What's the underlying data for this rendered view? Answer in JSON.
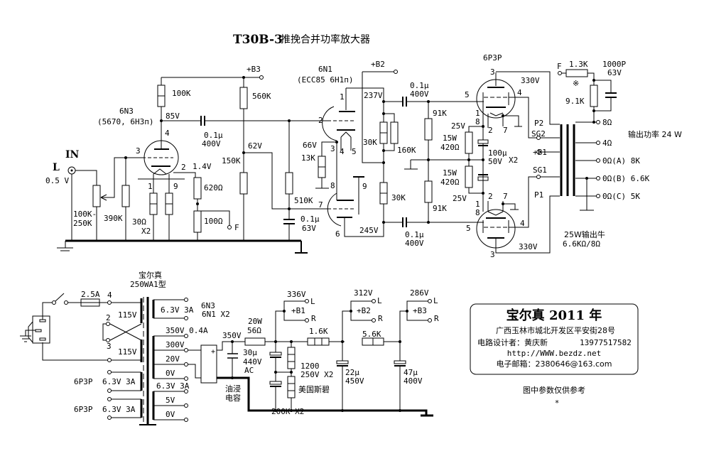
{
  "title": {
    "model": "T30B-3",
    "name": "推挽合并功率放大器"
  },
  "input": {
    "label": "IN",
    "channel": "L",
    "level": "0.5 V"
  },
  "stage1": {
    "tube": "6N3",
    "tube_alt": "(5670, 6H3п)",
    "plate_voltage": "85V",
    "cathode_voltage": "1.4V",
    "plate_resistor": "100K",
    "volume_pot": "100K-",
    "volume_pot2": "250K",
    "grid_resistor": "390K",
    "heater_resistor": "30Ω",
    "heater_resistor_qty": "X2",
    "cathode_resistor": "620Ω",
    "feedback_resistor": "100Ω",
    "feedback_node": "F",
    "coupling_cap": "0.1μ",
    "coupling_cap_v": "400V",
    "pins": [
      "4",
      "3",
      "2",
      "1",
      "9"
    ]
  },
  "stage2": {
    "tube": "6N1",
    "tube_alt": "(ECC85  6H1п)",
    "supply": "+B3",
    "supply_b2": "+B2",
    "r_top": "560K",
    "r_bottom": "150K",
    "bias_voltage": "62V",
    "r_grid": "510K",
    "cap_grid": "0.1μ",
    "cap_grid_v": "63V",
    "cathode_voltage": "66V",
    "cathode_resistor": "13K",
    "plate1_voltage": "237V",
    "plate2_voltage": "245V",
    "load_r1": "30K",
    "load_r1_parallel": "160K",
    "load_r2": "30K",
    "pins": [
      "1",
      "2",
      "3",
      "4",
      "5",
      "8",
      "9",
      "7",
      "6"
    ]
  },
  "drive": {
    "cap_top": "0.1μ",
    "cap_top_v": "400V",
    "cap_bot": "0.1μ",
    "cap_bot_v": "400V",
    "grid_r_top": "91K",
    "grid_r_bot": "91K"
  },
  "output_stage": {
    "tube": "6P3P",
    "plate_voltage": "330V",
    "plate_voltage_bot": "330V",
    "cathode_voltage_top": "25V",
    "cathode_voltage_bot": "25V",
    "cathode_r_top": "15W",
    "cathode_r_top_val": "420Ω",
    "cathode_r_bot": "15W",
    "cathode_r_bot_val": "420Ω",
    "cathode_cap": "100μ",
    "cathode_cap_v": "50V",
    "cathode_cap_qty": "X2",
    "pins_top": [
      "3",
      "4",
      "5",
      "1",
      "8",
      "2",
      "7"
    ],
    "pins_bot": [
      "2",
      "7",
      "1",
      "8",
      "5",
      "4",
      "3"
    ]
  },
  "feedback": {
    "node": "F",
    "r_series": "1.3K",
    "mark": "※",
    "r_shunt": "9.1K",
    "cap": "1000P",
    "cap_v": "63V"
  },
  "output_transformer": {
    "p2": "P2",
    "sg2": "SG2",
    "b1": "+B1",
    "sg1": "SG1",
    "p1": "P1",
    "taps": [
      "8Ω",
      "4Ω",
      "0Ω(A) 8K",
      "0Ω(B) 6.6K",
      "0Ω(C) 5K"
    ],
    "power_note": "输出功率 24 W",
    "rating": "25W输出牛",
    "impedance": "6.6KΩ/8Ω"
  },
  "power_supply": {
    "brand": "宝尔真",
    "model": "250WA1型",
    "fuse": "2.5A",
    "primary": [
      "115V",
      "115V"
    ],
    "primary_pins": [
      "4",
      "2",
      "3"
    ],
    "secondaries": [
      {
        "label": "6.3V  3A",
        "note": "6N3",
        "note2": "6N1  X2"
      },
      {
        "label": "350V  0.4A"
      },
      {
        "label": "300V"
      },
      {
        "label": "20V"
      },
      {
        "label": "0V"
      },
      {
        "label": "6.3V 3A"
      },
      {
        "label": "5V"
      },
      {
        "label": "0V"
      }
    ],
    "heaters": [
      {
        "tube": "6P3P",
        "label": "6.3V  3A"
      },
      {
        "tube": "6P3P",
        "label": "6.3V  3A"
      }
    ],
    "rectified_v": "350V",
    "filter_cap1": "30μ",
    "filter_cap1_v": "440V",
    "filter_cap1_type": "AC",
    "oil_cap": [
      "油浸",
      "电容"
    ],
    "r1": "20W",
    "r1_val": "56Ω",
    "cap_bank": "1200",
    "cap_bank_v": "250V  X2",
    "cap_bank_brand": "美国斯碧",
    "bleeder": "200K  X2",
    "r2": "1.6K",
    "r3": "5.6K",
    "cap2": "22μ",
    "cap2_v": "450V",
    "cap3": "47μ",
    "cap3_v": "400V",
    "rails": [
      {
        "name": "+B1",
        "voltage": "336V",
        "l": "L",
        "r": "R"
      },
      {
        "name": "+B2",
        "voltage": "312V",
        "l": "L",
        "r": "R"
      },
      {
        "name": "+B3",
        "voltage": "286V",
        "l": "L",
        "r": "R"
      }
    ]
  },
  "info_box": {
    "heading": "宝尔真 2011 年",
    "address": "广西玉林市城北开发区平安街28号",
    "designer": "电路设计者：黄庆新",
    "phone": "13977517582",
    "url": "http://WWW.bezdz.net",
    "email": "电子邮箱：2380646@163.com"
  },
  "note": "图中参数仅供参考",
  "note_mark": "*"
}
